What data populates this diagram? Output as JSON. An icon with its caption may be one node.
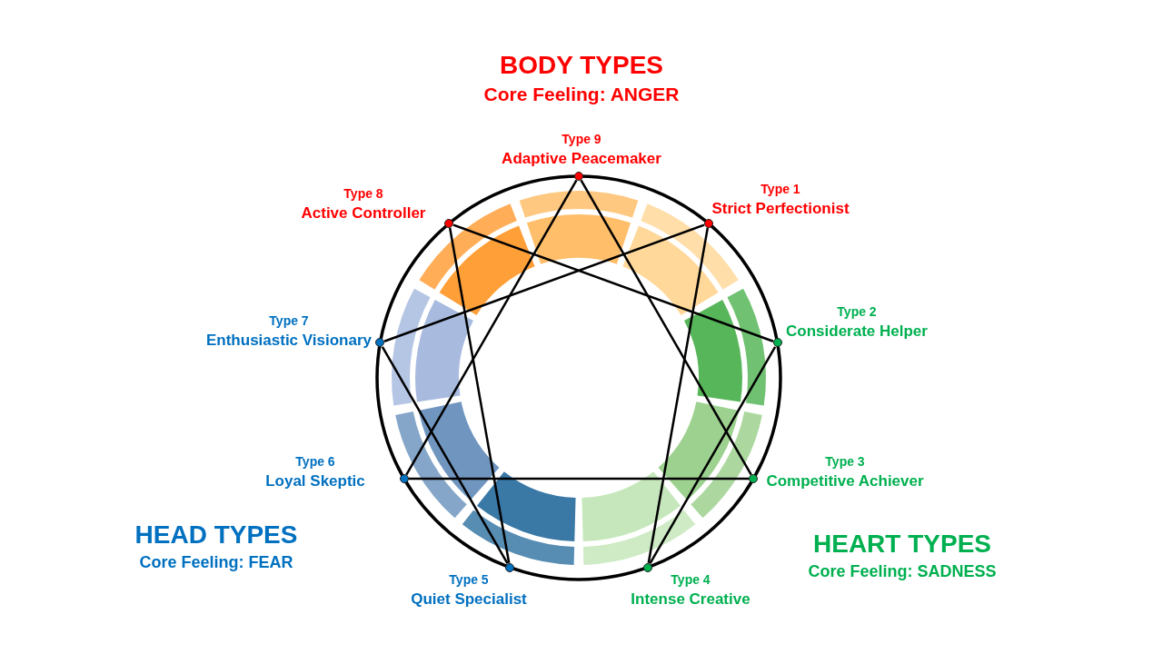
{
  "diagram": {
    "nodes": [
      {
        "text": [],
        "shape": "circle",
        "beside": [
          "Type 1",
          "Strict Perfectionist"
        ]
      },
      {
        "text": [],
        "shape": "circle",
        "beside": [
          "Type 2",
          "Considerate Helper"
        ]
      },
      {
        "text": [],
        "shape": "circle",
        "beside": [
          "Type 3",
          "Competitive Achiever"
        ]
      },
      {
        "text": [],
        "shape": "circle",
        "beside": [
          "Type 4",
          "Intense Creative"
        ]
      },
      {
        "text": [],
        "shape": "circle",
        "beside": [
          "Type 5",
          "Quiet Specialist"
        ]
      },
      {
        "text": [],
        "shape": "circle",
        "beside": [
          "Type 6",
          "Loyal Skeptic"
        ]
      },
      {
        "text": [],
        "shape": "circle",
        "beside": [
          "Type 7",
          "Enthusiastic Visionary"
        ]
      },
      {
        "text": [],
        "shape": "circle",
        "beside": [
          "Type 8",
          "Active Controller"
        ]
      },
      {
        "text": [],
        "shape": "circle",
        "beside": [
          "Type 9",
          "Adaptive Peacemaker"
        ]
      }
    ],
    "edges": [
      {
        "from": 8,
        "to": 2,
        "arrow": "none"
      },
      {
        "from": 2,
        "to": 5,
        "arrow": "none"
      },
      {
        "from": 5,
        "to": 8,
        "arrow": "none"
      },
      {
        "from": 0,
        "to": 3,
        "arrow": "none"
      },
      {
        "from": 3,
        "to": 1,
        "arrow": "none"
      },
      {
        "from": 1,
        "to": 7,
        "arrow": "none"
      },
      {
        "from": 7,
        "to": 4,
        "arrow": "none"
      },
      {
        "from": 4,
        "to": 6,
        "arrow": "none"
      },
      {
        "from": 6,
        "to": 0,
        "arrow": "none"
      }
    ],
    "labels": [
      "BODY TYPES",
      "Core Feeling: ANGER",
      "HEAD TYPES",
      "Core Feeling: FEAR",
      "HEART TYPES",
      "Core Feeling: SADNESS"
    ]
  }
}
